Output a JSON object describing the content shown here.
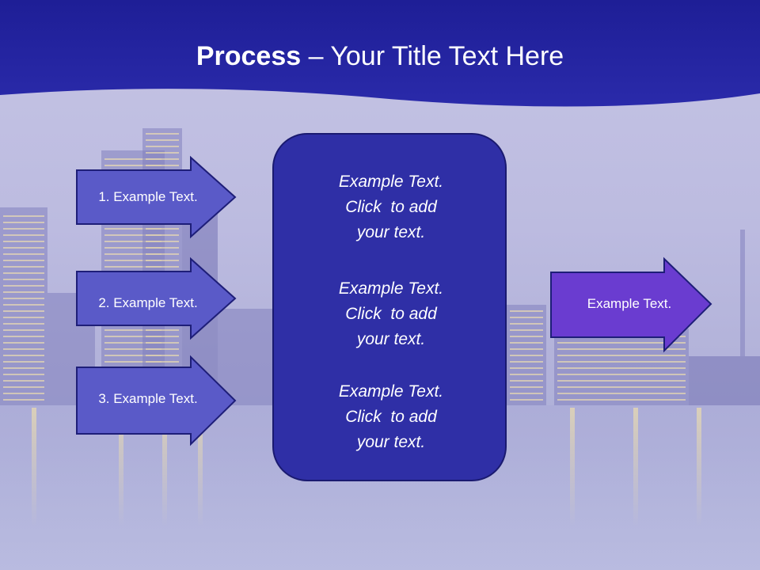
{
  "title": {
    "bold": "Process",
    "rest": " – Your Title Text Here"
  },
  "colors": {
    "header": "#2424a0",
    "left_arrow_fill": "#5a5ac8",
    "arrow_stroke": "#1e1e78",
    "center_box": "#2f2fa6",
    "right_arrow_fill": "#6a3cd0"
  },
  "steps": [
    {
      "label": "1. Example Text."
    },
    {
      "label": "2. Example Text."
    },
    {
      "label": "3. Example Text."
    }
  ],
  "center": {
    "blocks": [
      {
        "line1": "Example Text.",
        "line2": "Click  to add",
        "line3": "your text."
      },
      {
        "line1": "Example Text.",
        "line2": "Click  to add",
        "line3": "your text."
      },
      {
        "line1": "Example Text.",
        "line2": "Click  to add",
        "line3": "your text."
      }
    ]
  },
  "output": {
    "label": "Example Text."
  }
}
